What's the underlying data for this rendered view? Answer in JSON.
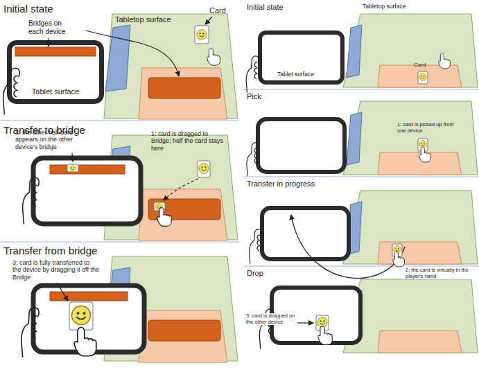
{
  "diagram": {
    "nodes": [
      {
        "text": [
          "Tabletop surface"
        ]
      },
      {
        "text": [
          "Tablet surface"
        ]
      },
      {
        "text": [
          "Tabletop surface"
        ]
      },
      {
        "text": [
          "Tablet surface"
        ]
      }
    ],
    "labels": [
      "Initial state",
      "Card",
      "Bridges on each device",
      "Transfer to bridge",
      "2: the other half-card appears on the other device's bridge",
      "1: card is dragged to Bridge; half the card stays here",
      "Transfer from bridge",
      "3: card is fully transferred to the device by dragging it off the Bridge",
      "Initial state",
      "Card",
      "Pick",
      "1: card is picked up from one device",
      "Transfer in progress",
      "2: the card is virtually in the player's hand",
      "Drop",
      "3: card is dropped on the other device"
    ]
  }
}
